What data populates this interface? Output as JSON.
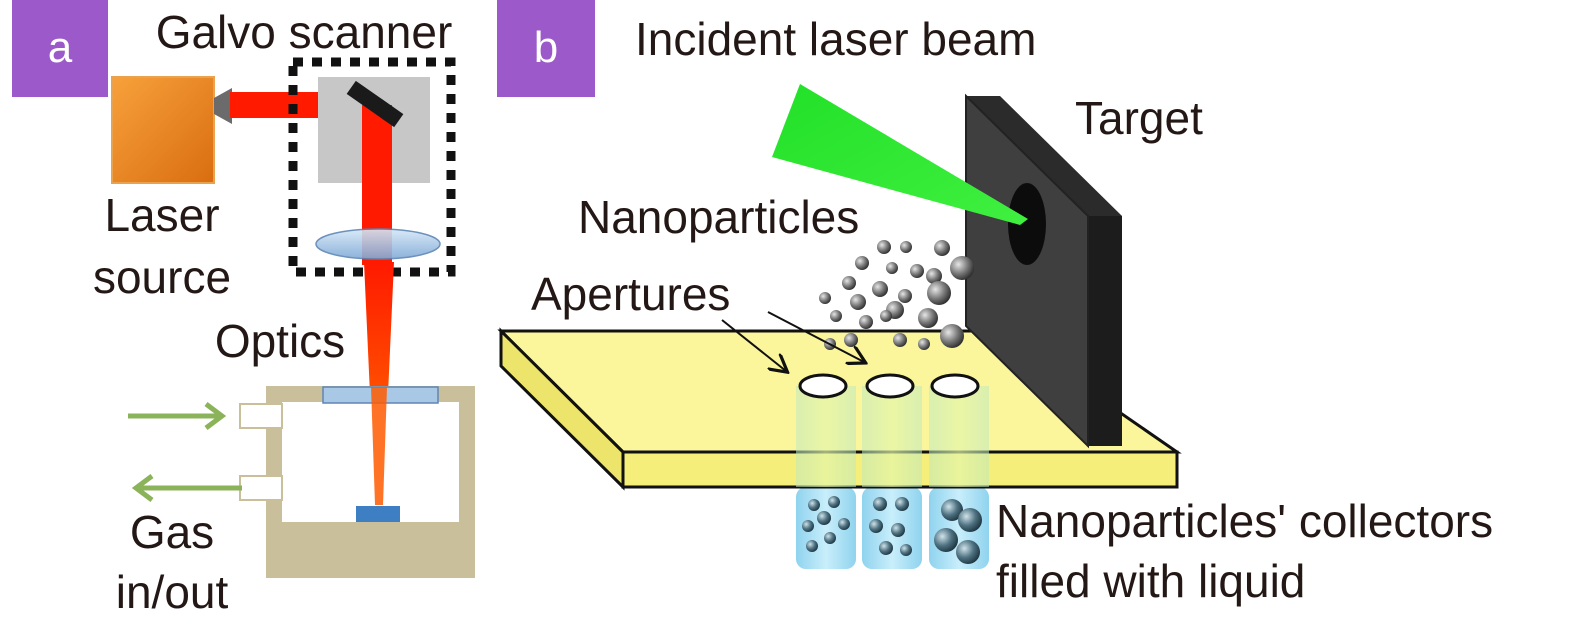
{
  "panel_a": {
    "letter": "a",
    "labels": {
      "galvo": "Galvo scanner",
      "laser_line1": "Laser",
      "laser_line2": "source",
      "optics": "Optics",
      "gas_line1": "Gas",
      "gas_line2": "in/out"
    }
  },
  "panel_b": {
    "letter": "b",
    "labels": {
      "incident": "Incident laser beam",
      "target": "Target",
      "nanoparticles": "Nanoparticles",
      "apertures": "Apertures",
      "collectors_line1": "Nanoparticles' collectors",
      "collectors_line2": "filled with liquid"
    }
  },
  "colors": {
    "panel_tag": "#9b59c9",
    "laser_beam": "#ff1a00",
    "laser_cone": "#ff5a00",
    "laser_source": "#f08a1e",
    "scanner_box": "#c7c7c7",
    "lens": "#9fc4e8",
    "chamber": "#c9bf9b",
    "sample": "#3e7fc4",
    "gas_arrow": "#8bb35a",
    "plate": "#fbf69b",
    "target": "#3a3a3a",
    "green_beam": "#22e028",
    "collector_liquid": "#a8def2"
  }
}
